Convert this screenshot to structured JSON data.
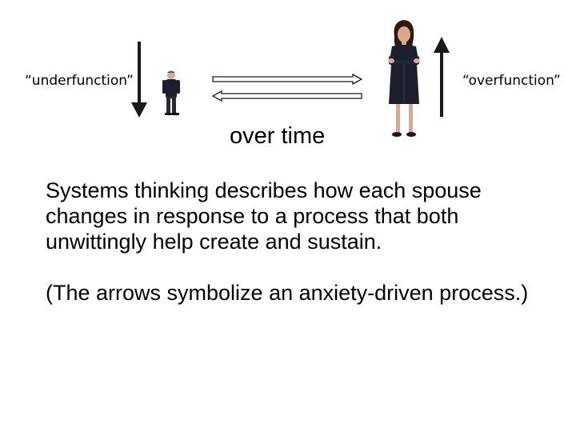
{
  "labels": {
    "underfunction": "“underfunction”",
    "overfunction": "“overfunction”",
    "over_time": "over time"
  },
  "paragraphs": [
    "Systems thinking describes how each spouse changes in response to a process that both unwittingly help create and sustain.",
    "(The arrows symbolize an anxiety-driven process.)"
  ],
  "figures": {
    "man": "man-figure",
    "woman": "woman-figure"
  },
  "colors": {
    "text": "#000000",
    "arrow": "#1a1a1a",
    "clothing": "#1c1f2e",
    "skin": "#d9a98a",
    "hair": "#2b1a12"
  }
}
